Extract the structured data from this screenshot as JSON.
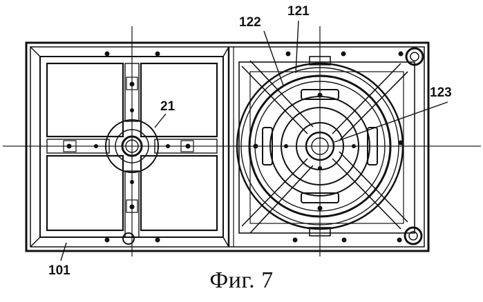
{
  "figure": {
    "caption": "Фиг. 7",
    "labels": {
      "l21": "21",
      "l101": "101",
      "l121": "121",
      "l122": "122",
      "l123": "123"
    }
  }
}
